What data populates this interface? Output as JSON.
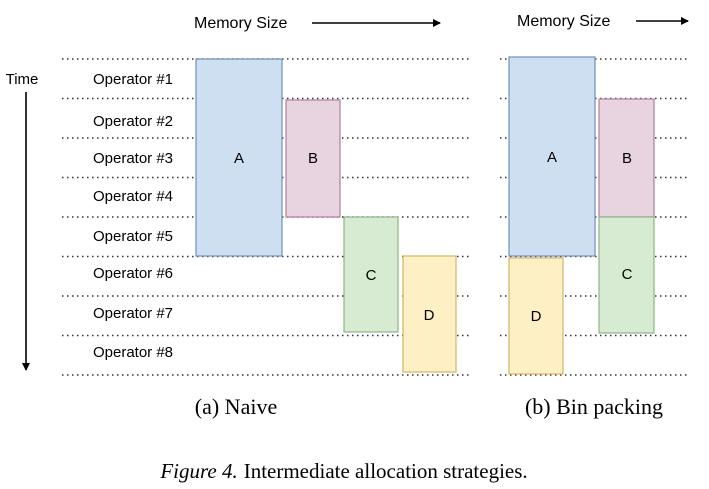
{
  "time_label": "Time",
  "operators": [
    "Operator #1",
    "Operator #2",
    "Operator #3",
    "Operator #4",
    "Operator #5",
    "Operator #6",
    "Operator #7",
    "Operator #8"
  ],
  "panels": [
    {
      "memory_label": "Memory Size",
      "caption": "(a) Naive",
      "blocks": [
        {
          "label": "A",
          "fill": "#cfdff2",
          "stroke": "#6f8fb8"
        },
        {
          "label": "B",
          "fill": "#e8d3e0",
          "stroke": "#b07f9d"
        },
        {
          "label": "C",
          "fill": "#d6ebd2",
          "stroke": "#8db585"
        },
        {
          "label": "D",
          "fill": "#fdf0c4",
          "stroke": "#d4b565"
        }
      ]
    },
    {
      "memory_label": "Memory Size",
      "caption": "(b) Bin packing",
      "blocks": [
        {
          "label": "A",
          "fill": "#cfdff2",
          "stroke": "#6f8fb8"
        },
        {
          "label": "B",
          "fill": "#e8d3e0",
          "stroke": "#b07f9d"
        },
        {
          "label": "C",
          "fill": "#d6ebd2",
          "stroke": "#8db585"
        },
        {
          "label": "D",
          "fill": "#fdf0c4",
          "stroke": "#d4b565"
        }
      ]
    }
  ],
  "figure_caption": {
    "prefix": "Figure 4.",
    "text": "Intermediate allocation strategies."
  }
}
